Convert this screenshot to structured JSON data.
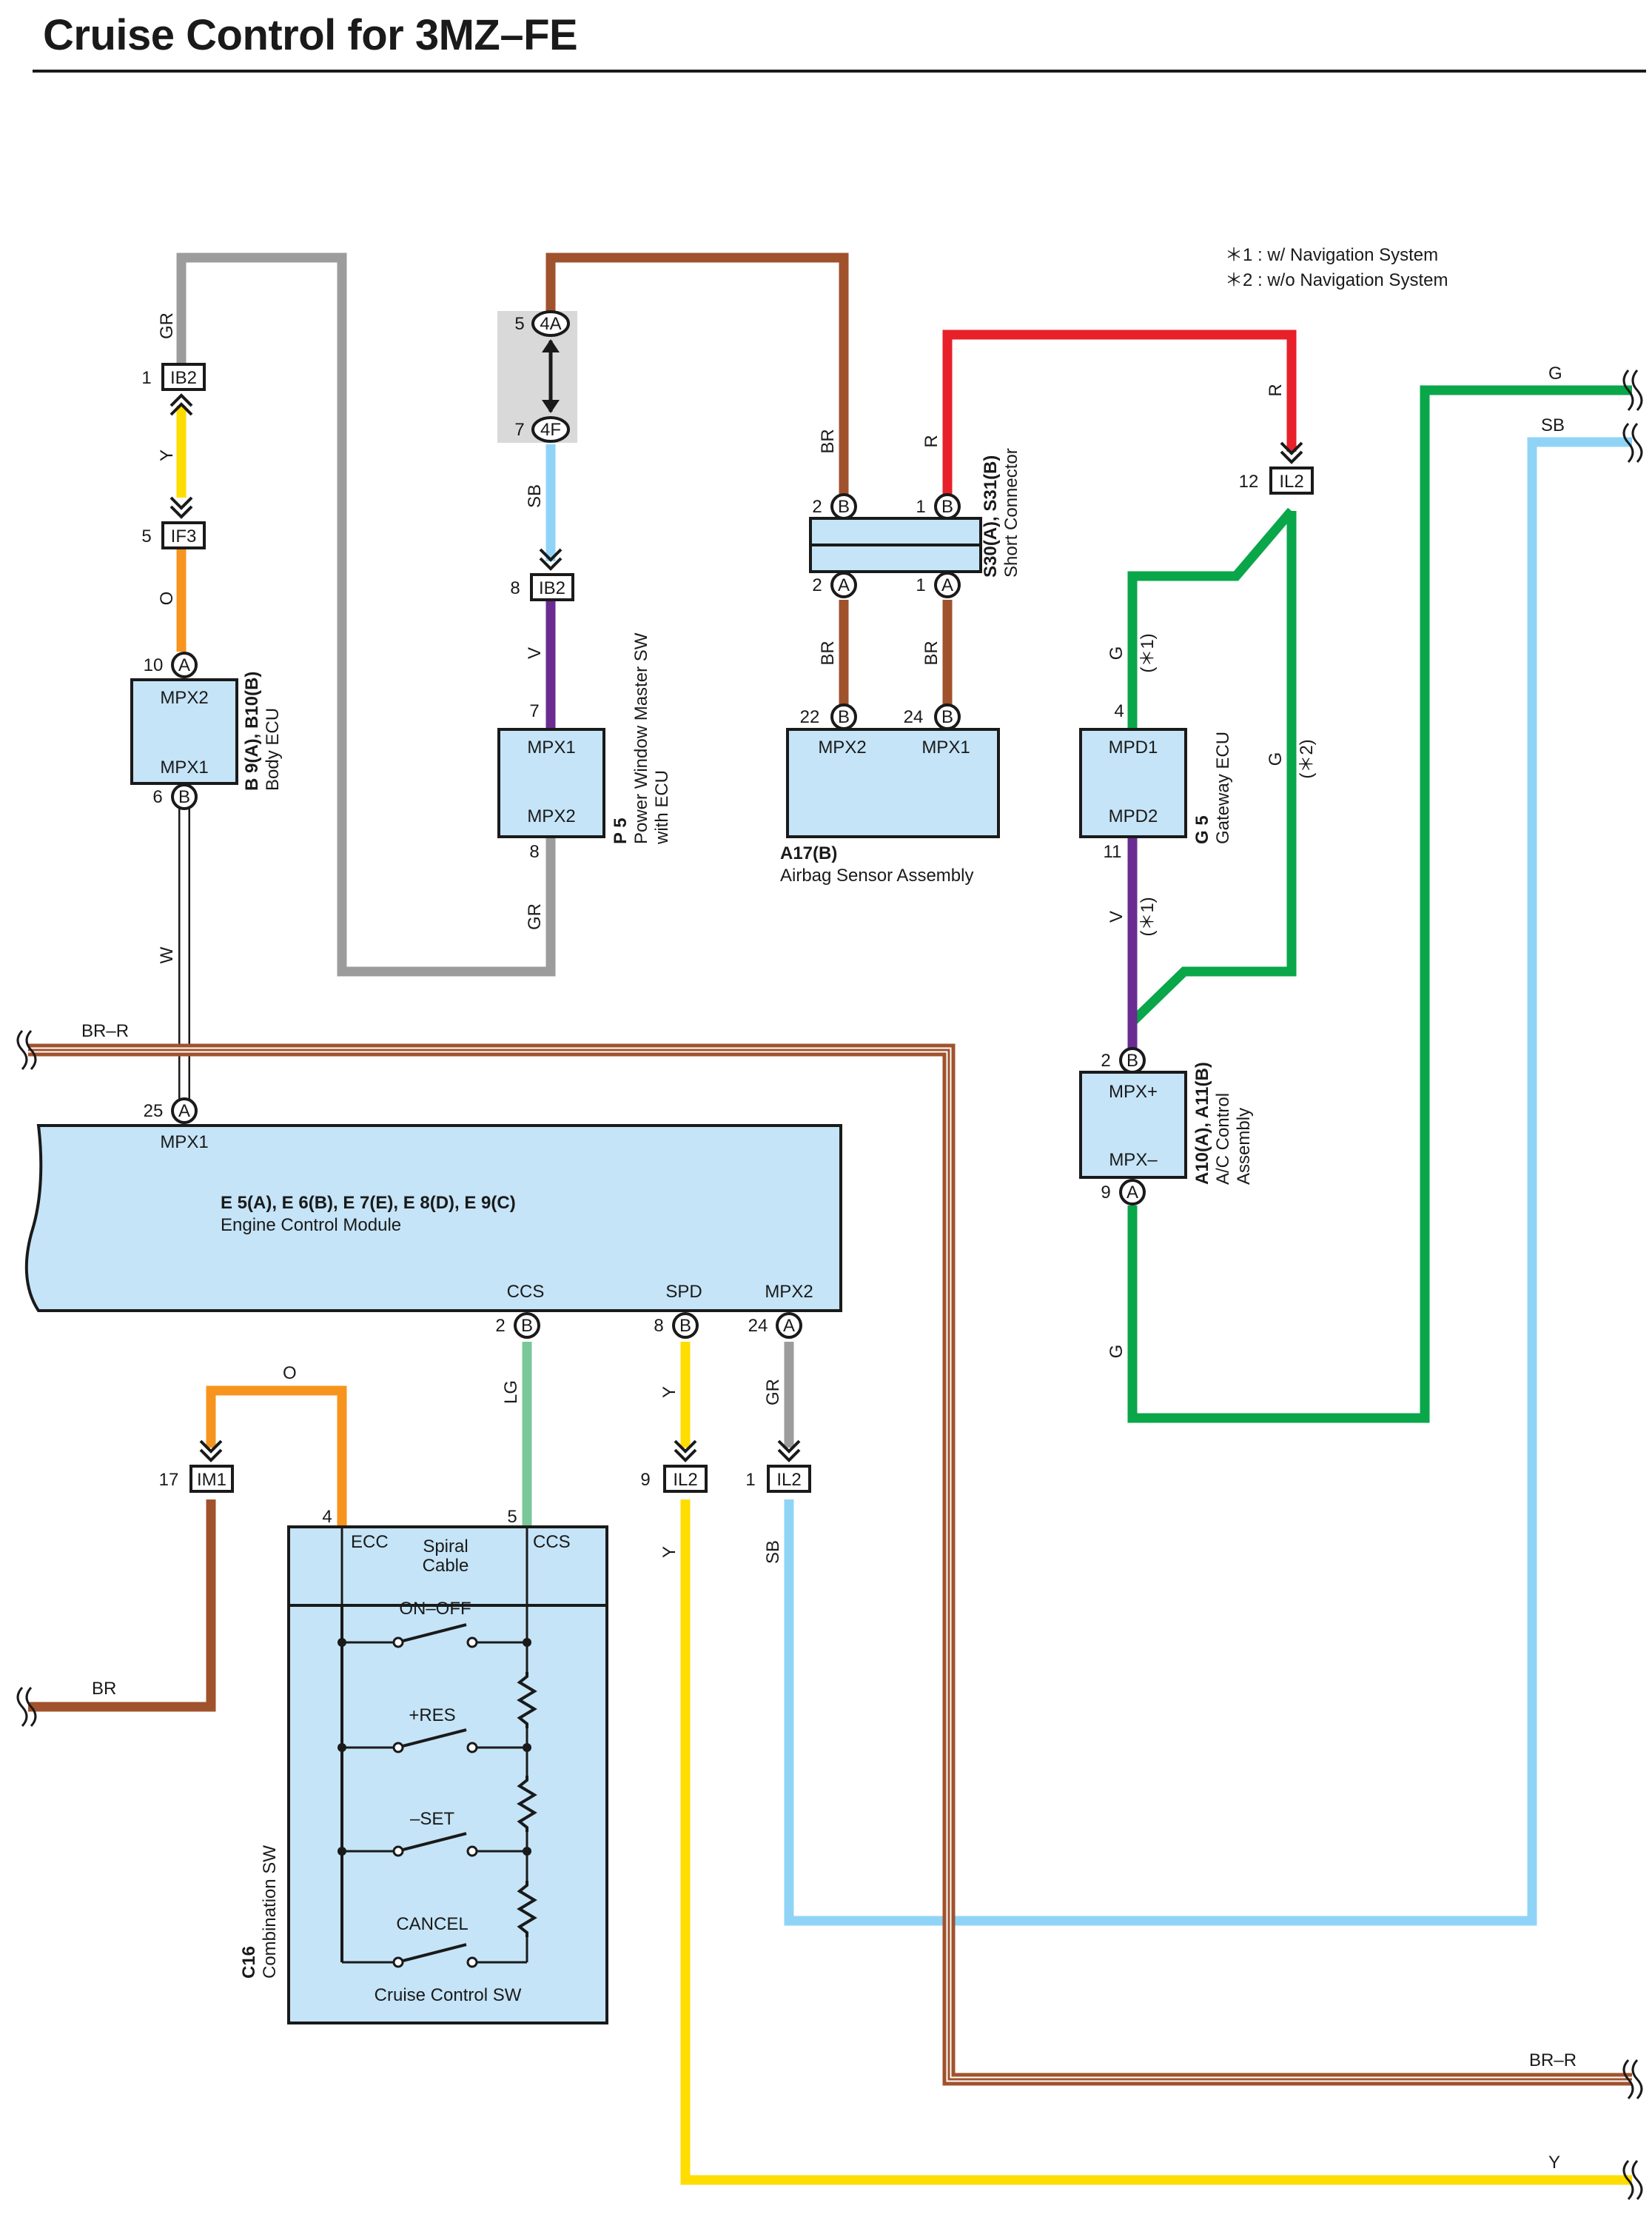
{
  "title": "Cruise Control for 3MZ–FE",
  "notes": [
    "＊1 : w/ Navigation System",
    "＊2 : w/o Navigation System"
  ],
  "colors": {
    "GR": "#9c9c9c",
    "Y": "#ffdd00",
    "O": "#f7941d",
    "W": "#ffffff",
    "BR": "#a0522d",
    "SB": "#8fd4f7",
    "V": "#6a2c91",
    "R": "#e8202a",
    "G": "#0aa64a",
    "LG": "#7cc79a",
    "BR-R": "#a0522d",
    "box": "#c5e4f7"
  },
  "components": {
    "body_ecu": {
      "code": "B 9(A), B10(B)",
      "name": "Body ECU",
      "pins": [
        "MPX2",
        "MPX1"
      ]
    },
    "power_window": {
      "code": "P 5",
      "name": "Power Window Master SW",
      "name2": "with ECU",
      "pins": [
        "MPX1",
        "MPX2"
      ]
    },
    "short_connector": {
      "code": "S30(A), S31(B)",
      "name": "Short Connector"
    },
    "airbag": {
      "code": "A17(B)",
      "name": "Airbag Sensor Assembly",
      "pins": [
        "MPX2",
        "MPX1"
      ]
    },
    "gateway": {
      "code": "G 5",
      "name": "Gateway ECU",
      "pins": [
        "MPD1",
        "MPD2"
      ]
    },
    "ac_control": {
      "code": "A10(A), A11(B)",
      "name": "A/C Control",
      "name2": "Assembly",
      "pins": [
        "MPX+",
        "MPX–"
      ]
    },
    "ecm": {
      "code": "E 5(A), E 6(B), E 7(E), E 8(D), E 9(C)",
      "name": "Engine Control Module",
      "pins": [
        "MPX1",
        "CCS",
        "SPD",
        "MPX2"
      ]
    },
    "combination_sw": {
      "code": "C16",
      "name": "Combination SW",
      "spiral": "Spiral",
      "cable": "Cable",
      "ecc": "ECC",
      "ccs": "CCS",
      "switches": [
        "ON–OFF",
        "+RES",
        "–SET",
        "CANCEL"
      ],
      "footer": "Cruise Control SW"
    }
  },
  "connectors": {
    "ib2_top": "IB2",
    "if3": "IF3",
    "ib2_mid": "IB2",
    "j4a": "4A",
    "j4f": "4F",
    "il2_top": "IL2",
    "im1": "IM1",
    "il2_spd": "IL2",
    "il2_mpx2": "IL2"
  },
  "pin_numbers": {
    "ib2_top": "1",
    "if3": "5",
    "body_a": "10",
    "body_b": "6",
    "j4a": "5",
    "j4f": "7",
    "ib2_mid": "8",
    "pw_mpx1": "7",
    "pw_mpx2": "8",
    "sc_b2": "2",
    "sc_b1": "1",
    "sc_a2": "2",
    "sc_a1": "1",
    "ab_22": "22",
    "ab_24": "24",
    "il2_top": "12",
    "gw_4": "4",
    "gw_11": "11",
    "ac_2": "2",
    "ac_9": "9",
    "ecm_25": "25",
    "ecm_ccs": "2",
    "ecm_spd": "8",
    "ecm_mpx2": "24",
    "im1": "17",
    "csw_ecc": "4",
    "csw_ccs": "5",
    "il2_spd": "9",
    "il2_mpx2": "1"
  },
  "pin_letters": {
    "body_a": "A",
    "body_b": "B",
    "sc_b2": "B",
    "sc_b1": "B",
    "sc_a2": "A",
    "sc_a1": "A",
    "ab_22": "B",
    "ab_24": "B",
    "ac_2": "B",
    "ac_9": "A",
    "ecm_25": "A",
    "ecm_ccs": "B",
    "ecm_spd": "B",
    "ecm_mpx2": "A"
  },
  "wire_labels": {
    "gr1": "GR",
    "y1": "Y",
    "o1": "O",
    "w1": "W",
    "sb1": "SB",
    "v1": "V",
    "gr2": "GR",
    "br1": "BR",
    "r1": "R",
    "br2": "BR",
    "br3": "BR",
    "r2": "R",
    "g1": "G",
    "g2": "G",
    "v2": "V",
    "g3": "G",
    "g_right": "G",
    "sb_right": "SB",
    "brr_left": "BR–R",
    "brr_right": "BR–R",
    "lg": "LG",
    "y2": "Y",
    "gr3": "GR",
    "o2": "O",
    "br_left": "BR",
    "y3": "Y",
    "sb2": "SB",
    "y_bottom": "Y"
  },
  "variant_marks": {
    "g1": "(＊1)",
    "g2": "(＊2)",
    "v2": "(＊1)"
  }
}
